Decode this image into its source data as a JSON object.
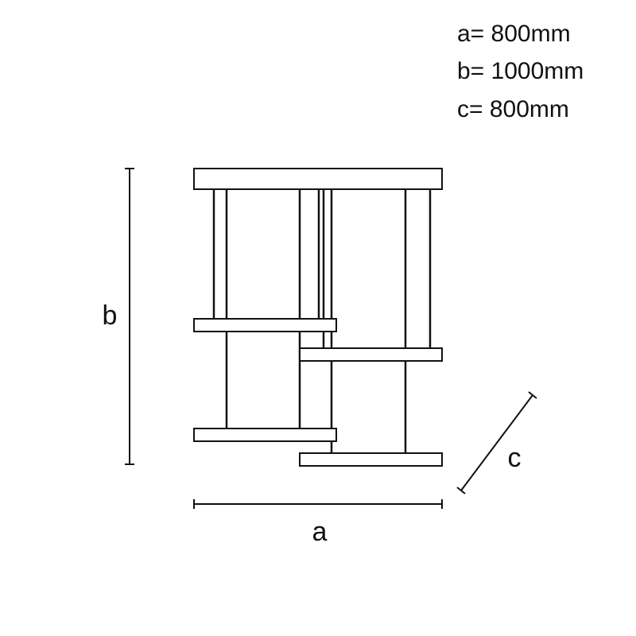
{
  "specs": {
    "a": "a= 800mm",
    "b": "b= 1000mm",
    "c": "c= 800mm"
  },
  "dimension_labels": {
    "a": "a",
    "b": "b",
    "c": "c"
  },
  "colors": {
    "line": "#111111",
    "background": "#ffffff"
  }
}
